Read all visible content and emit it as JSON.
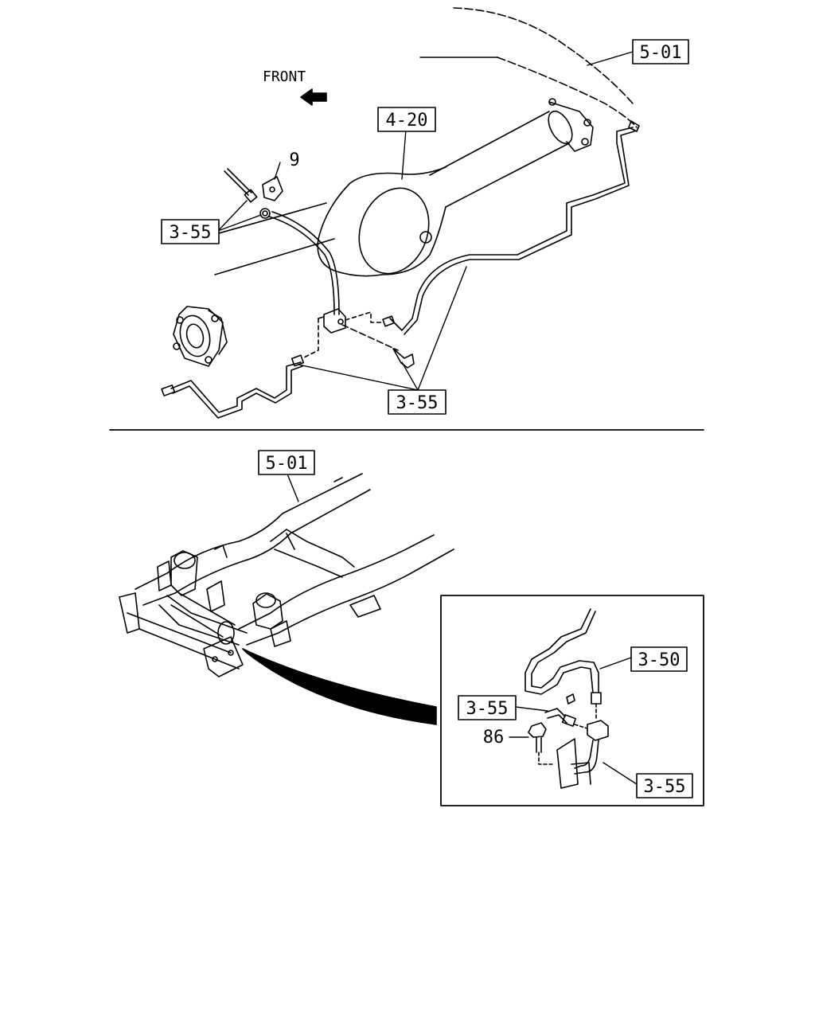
{
  "direction_label": "FRONT",
  "callouts": {
    "frame_top": "5-01",
    "axle": "4-20",
    "clip": "9",
    "brake_pipe_upper_left": "3-55",
    "brake_pipe_lower": "3-55",
    "frame_bottom": "5-01",
    "detail_pipe_3_50": "3-50",
    "detail_pipe_3_55_left": "3-55",
    "detail_bolt": "86",
    "detail_pipe_3_55_right": "3-55"
  },
  "colors": {
    "ink": "#000000",
    "paper": "#ffffff"
  }
}
